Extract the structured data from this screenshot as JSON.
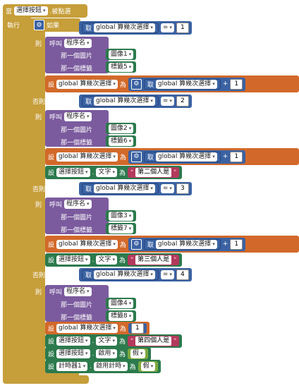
{
  "event": {
    "prefix": "當",
    "component": "選擇按鈕",
    "event_name": ".被點選",
    "do_label": "執行"
  },
  "labels": {
    "if": "如果",
    "then": "則",
    "elseif": "否則，如果",
    "call": "呼叫",
    "proc_name": "程序名",
    "arg_image": "那一個圖片",
    "arg_label": "那一個標籤",
    "set": "設",
    "to": "為",
    "get": "取",
    "global_var": "global 算幾次選擇",
    "eq": "=",
    "plus": "+",
    "text_prop": "文字",
    "enabled_prop": "啟用",
    "timer_enabled_prop": "啟用計時",
    "button_comp": "選擇按鈕",
    "timer_comp": "計時器1",
    "false": "假"
  },
  "branches": [
    {
      "compare": "1",
      "image": "圖像1",
      "label": "標籤5",
      "increment": "1"
    },
    {
      "compare": "2",
      "image": "圖像2",
      "label": "標籤6",
      "increment": "1",
      "button_text": "第二個人是"
    },
    {
      "compare": "3",
      "image": "圖像3",
      "label": "標籤7",
      "increment": "1",
      "button_text": "第三個人是"
    },
    {
      "compare": "4",
      "image": "圖像4",
      "label": "標籤8",
      "reset": "1",
      "button_text": "第四個人是"
    }
  ]
}
